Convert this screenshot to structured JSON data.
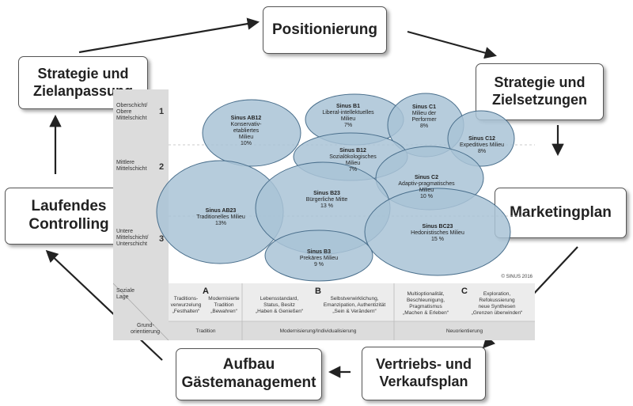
{
  "cycle": {
    "positionierung": "Positionierung",
    "strategie_zielsetzungen": "Strategie und\nZielsetzungen",
    "marketingplan": "Marketingplan",
    "vertriebsplan": "Vertriebs- und\nVerkaufsplan",
    "gaestemanagement": "Aufbau\nGästemanagement",
    "controlling": "Laufendes\nControlling",
    "strategie_anpassung": "Strategie und\nZielanpassung"
  },
  "chart_data": {
    "type": "diagram",
    "title": "Sinus-Milieus",
    "copyright": "© SINUS 2016",
    "rows": [
      {
        "number": "1",
        "label": "Oberschicht/\nObere\nMittelschicht"
      },
      {
        "number": "2",
        "label": "Mittlere\nMittelschicht"
      },
      {
        "number": "3",
        "label": "Untere\nMittelschicht/\nUnterschicht"
      }
    ],
    "milieus": [
      {
        "code": "Sinus AB12",
        "name": "Konservativ-\netabliertes\nMilieu",
        "share": "10%"
      },
      {
        "code": "Sinus B1",
        "name": "Liberal-intellektuelles\nMilieu",
        "share": "7%"
      },
      {
        "code": "Sinus C1",
        "name": "Milieu der\nPerformer",
        "share": "8%"
      },
      {
        "code": "Sinus C12",
        "name": "Expeditives Milieu",
        "share": "8%"
      },
      {
        "code": "Sinus B12",
        "name": "Sozialökologisches\nMilieu",
        "share": "7%"
      },
      {
        "code": "Sinus C2",
        "name": "Adaptiv-pragmatisches\nMilieu",
        "share": "10 %"
      },
      {
        "code": "Sinus AB23",
        "name": "Traditionelles Milieu",
        "share": "13%"
      },
      {
        "code": "Sinus B23",
        "name": "Bürgerliche Mitte",
        "share": "13 %"
      },
      {
        "code": "Sinus BC23",
        "name": "Hedonistisches Milieu",
        "share": "15 %"
      },
      {
        "code": "Sinus B3",
        "name": "Prekäres Milieu",
        "share": "9 %"
      }
    ],
    "x_axis": {
      "label_top": "Soziale\nLage",
      "label_bottom": "Grund-\norientierung",
      "sections": [
        {
          "letter": "A",
          "items": [
            "Traditions-\nverwurzelung\n„Festhalten“",
            "Modernisierte\nTradition\n„Bewahren“"
          ],
          "footer": "Tradition"
        },
        {
          "letter": "B",
          "items": [
            "Lebensstandard,\nStatus, Besitz\n„Haben & Genießen“",
            "Selbstverwirklichung,\nEmanzipation, Authentizität\n„Sein & Verändern“"
          ],
          "footer": "Modernisierung/Individualisierung"
        },
        {
          "letter": "C",
          "items": [
            "Multioptionalität,\nBeschleunigung,\nPragmatismus\n„Machen & Erleben“",
            "Exploration,\nRefokussierung\nneue Synthesen\n„Grenzen überwinden“"
          ],
          "footer": "Neuorientierung"
        }
      ]
    }
  }
}
